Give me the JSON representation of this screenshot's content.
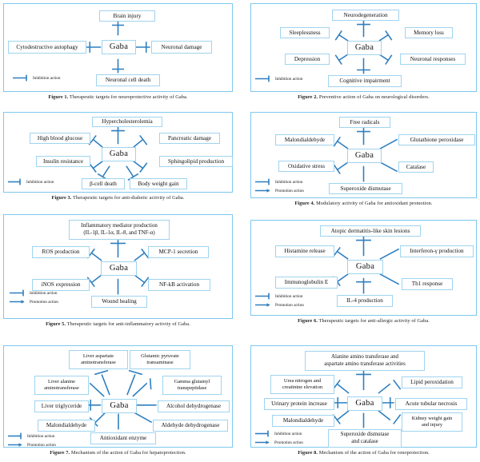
{
  "document": {
    "kind": "scientific-figure-sheet",
    "center_node_label": "Gaba",
    "accent_color": "#2f7fc0",
    "box_border_color": "#9fd4ef",
    "panel_border_color": "#7ec8ee"
  },
  "legend_labels": {
    "inhibition": "Inhibition action",
    "promotion": "Promotion action"
  },
  "figures": [
    {
      "id": "figure-1",
      "caption_label": "Figure 1.",
      "caption_text": "Therapeutic targets for neuroprotective activity of Gaba.",
      "legend": [
        "Inhibition action"
      ],
      "center": "Gaba",
      "nodes": [
        {
          "label": "Brain injury",
          "relation": "inhibition",
          "position": "top"
        },
        {
          "label": "Cytodestructive autophagy",
          "relation": "inhibition",
          "position": "left"
        },
        {
          "label": "Neuronal damage",
          "relation": "inhibition",
          "position": "right"
        },
        {
          "label": "Neuronal cell death",
          "relation": "inhibition",
          "position": "bottom"
        }
      ]
    },
    {
      "id": "figure-2",
      "caption_label": "Figure 2.",
      "caption_text": "Preventive action of Gaba on neurological disorders.",
      "legend": [
        "Inhibition action"
      ],
      "center": "Gaba",
      "nodes": [
        {
          "label": "Neurodegeneration",
          "relation": "inhibition",
          "position": "top"
        },
        {
          "label": "Sleeplessness",
          "relation": "inhibition",
          "position": "upper-left"
        },
        {
          "label": "Memory loss",
          "relation": "inhibition",
          "position": "upper-right"
        },
        {
          "label": "Depression",
          "relation": "inhibition",
          "position": "lower-left"
        },
        {
          "label": "Neuronal responses",
          "relation": "inhibition",
          "position": "lower-right"
        },
        {
          "label": "Cognitive impairment",
          "relation": "inhibition",
          "position": "bottom"
        }
      ]
    },
    {
      "id": "figure-3",
      "caption_label": "Figure 3.",
      "caption_text": "Therapeutic targets for anti-diabetic activity of Gaba.",
      "legend": [
        "Inhibition action"
      ],
      "center": "Gaba",
      "nodes": [
        {
          "label": "Hypercholesterolemia",
          "relation": "inhibition",
          "position": "top"
        },
        {
          "label": "High blood glucose",
          "relation": "inhibition",
          "position": "upper-left"
        },
        {
          "label": "Pancreatic damage",
          "relation": "inhibition",
          "position": "upper-right"
        },
        {
          "label": "Insulin resistance",
          "relation": "inhibition",
          "position": "lower-left"
        },
        {
          "label": "Sphingolipid production",
          "relation": "inhibition",
          "position": "lower-right"
        },
        {
          "label": "β-cell death",
          "relation": "inhibition",
          "position": "bottom-left"
        },
        {
          "label": "Body weight gain",
          "relation": "inhibition",
          "position": "bottom-right"
        }
      ]
    },
    {
      "id": "figure-4",
      "caption_label": "Figure 4.",
      "caption_text": "Modulatory activity of Gaba for antioxidant promotion.",
      "legend": [
        "Inhibition action",
        "Promotion action"
      ],
      "center": "Gaba",
      "nodes": [
        {
          "label": "Free radicals",
          "relation": "inhibition",
          "position": "top"
        },
        {
          "label": "Malondialdehyde",
          "relation": "inhibition",
          "position": "upper-left"
        },
        {
          "label": "Glutathione peroxidase",
          "relation": "promotion",
          "position": "upper-right"
        },
        {
          "label": "Oxidative stress",
          "relation": "inhibition",
          "position": "lower-left"
        },
        {
          "label": "Catalase",
          "relation": "promotion",
          "position": "lower-right"
        },
        {
          "label": "Superoxide dismutase",
          "relation": "promotion",
          "position": "bottom"
        }
      ]
    },
    {
      "id": "figure-5",
      "caption_label": "Figure 5.",
      "caption_text": "Therapeutic targets for anti-inflammatory activity of Gaba.",
      "legend": [
        "Inhibition action",
        "Promotion action"
      ],
      "center": "Gaba",
      "nodes": [
        {
          "label": "Inflammatory mediator production\n(IL-1β, IL-1α, IL-8, and TNF-α)",
          "relation": "inhibition",
          "position": "top"
        },
        {
          "label": "ROS production",
          "relation": "inhibition",
          "position": "upper-left"
        },
        {
          "label": "MCP-1 secretion",
          "relation": "inhibition",
          "position": "upper-right"
        },
        {
          "label": "iNOS expression",
          "relation": "inhibition",
          "position": "lower-left"
        },
        {
          "label": "NF-kB activation",
          "relation": "inhibition",
          "position": "lower-right"
        },
        {
          "label": "Wound healing",
          "relation": "promotion",
          "position": "bottom"
        }
      ]
    },
    {
      "id": "figure-6",
      "caption_label": "Figure 6.",
      "caption_text": "Therapeutic targets for anti-allergic activity of Gaba.",
      "legend": [
        "Inhibition action",
        "Promotion action"
      ],
      "center": "Gaba",
      "nodes": [
        {
          "label": "Atopic dermatitis-like skin lesions",
          "relation": "inhibition",
          "position": "top"
        },
        {
          "label": "Histamine release",
          "relation": "inhibition",
          "position": "upper-left"
        },
        {
          "label": "Interferon-γ production",
          "relation": "promotion",
          "position": "upper-right"
        },
        {
          "label": "Immunoglobulin E",
          "relation": "inhibition",
          "position": "lower-left"
        },
        {
          "label": "Th1 response",
          "relation": "promotion",
          "position": "lower-right"
        },
        {
          "label": "IL-4 production",
          "relation": "inhibition",
          "position": "bottom"
        }
      ]
    },
    {
      "id": "figure-7",
      "caption_label": "Figure 7.",
      "caption_text": "Mechanism of the action of Gaba for hepatoprotection.",
      "legend": [
        "Inhibition action",
        "Promotion action"
      ],
      "center": "Gaba",
      "nodes": [
        {
          "label": "Liver aspartate\naminotransferase",
          "relation": "inhibition",
          "position": "top-left"
        },
        {
          "label": "Glutamic pyruvate\ntransaminase",
          "relation": "inhibition",
          "position": "top-right"
        },
        {
          "label": "Liver alanine\naminotransferase",
          "relation": "inhibition",
          "position": "upper-left"
        },
        {
          "label": "Gamma glutamyl\ntranspeptidase",
          "relation": "inhibition",
          "position": "upper-right"
        },
        {
          "label": "Liver triglyceride",
          "relation": "inhibition",
          "position": "left"
        },
        {
          "label": "Alcohol dehydrogenase",
          "relation": "promotion",
          "position": "right"
        },
        {
          "label": "Malondialdehyde",
          "relation": "inhibition",
          "position": "lower-left"
        },
        {
          "label": "Aldehyde dehydrogenase",
          "relation": "promotion",
          "position": "lower-right"
        },
        {
          "label": "Antioxidant enzyme",
          "relation": "promotion",
          "position": "bottom"
        }
      ]
    },
    {
      "id": "figure-8",
      "caption_label": "Figure 8.",
      "caption_text": "Mechanism of the action of Gaba for renoprotection.",
      "legend": [
        "Inhibition action",
        "Promotion action"
      ],
      "center": "Gaba",
      "nodes": [
        {
          "label": "Alanine amino transferase and\naspartate amino transferase activities",
          "relation": "inhibition",
          "position": "top"
        },
        {
          "label": "Urea nitrogen and\ncreatinine elevation",
          "relation": "inhibition",
          "position": "upper-left"
        },
        {
          "label": "Lipid peroxidation",
          "relation": "inhibition",
          "position": "upper-right"
        },
        {
          "label": "Urinary protein increase",
          "relation": "inhibition",
          "position": "left"
        },
        {
          "label": "Acute tubular necrosis",
          "relation": "inhibition",
          "position": "right"
        },
        {
          "label": "Malondialdehyde",
          "relation": "inhibition",
          "position": "lower-left"
        },
        {
          "label": "Kidney weight gain\nand injury",
          "relation": "inhibition",
          "position": "lower-right"
        },
        {
          "label": "Superoxide dismutase\nand catalase",
          "relation": "promotion",
          "position": "bottom"
        }
      ]
    }
  ]
}
